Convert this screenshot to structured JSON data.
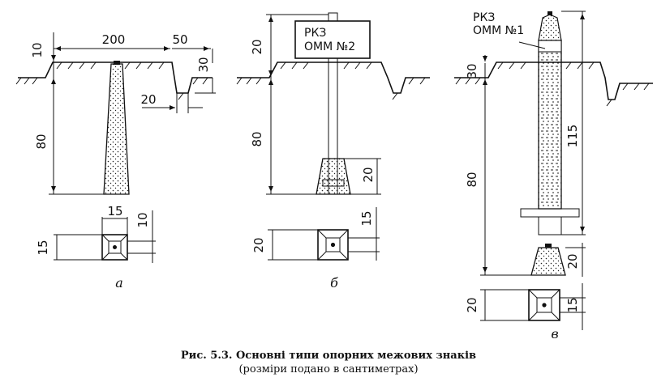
{
  "figure": {
    "caption_title": "Рис. 5.3. Основні типи опорних межових знаків",
    "caption_note": "(розміри подано в сантиметрах)"
  },
  "panel_a": {
    "letter": "а",
    "dims": {
      "d10": "10",
      "d200": "200",
      "d50": "50",
      "d30": "30",
      "d20": "20",
      "d80": "80",
      "plan_w": "15",
      "plan_h": "15",
      "plan_top": "10"
    }
  },
  "panel_b": {
    "letter": "б",
    "sign_line1": "РКЗ",
    "sign_line2": "ОММ №2",
    "dims": {
      "d20_top": "20",
      "d80": "80",
      "d20_base": "20",
      "plan_15": "15",
      "plan_20": "20"
    }
  },
  "panel_c": {
    "letter": "в",
    "label_line1": "РКЗ",
    "label_line2": "ОММ №1",
    "dims": {
      "d30": "30",
      "d115": "115",
      "d80": "80",
      "d20_base": "20",
      "plan_20": "20",
      "plan_15": "15"
    }
  }
}
